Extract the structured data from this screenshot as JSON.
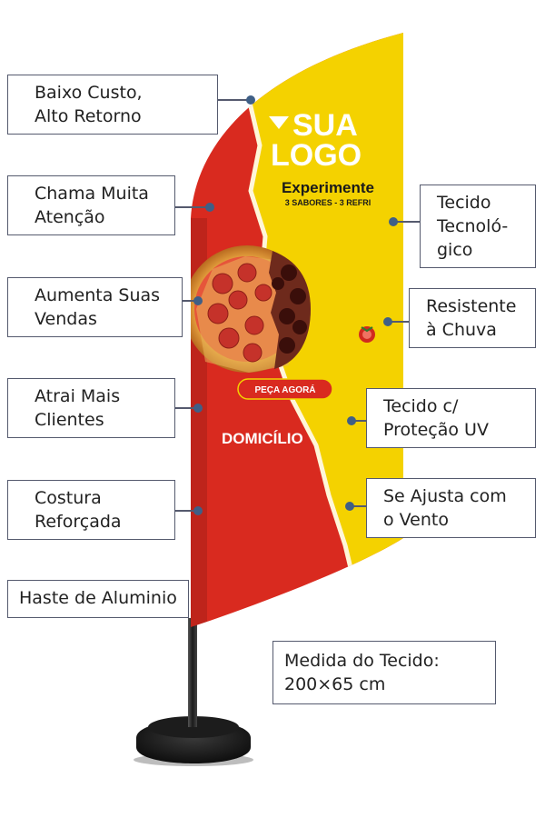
{
  "colors": {
    "flag_red": "#d92a1f",
    "flag_yellow": "#f4d200",
    "callout_border": "#555a6e",
    "dot": "#3f5f86",
    "text": "#222222"
  },
  "flag": {
    "logo_line1": "SUA",
    "logo_line2": "LOGO",
    "headline": "Experimente",
    "subline": "3 SABORES - 3 REFRI",
    "cta": "PEÇA AGORÁ",
    "delivery": "DOMICÍLIO"
  },
  "callouts_left": [
    {
      "lines": [
        "Baixo Custo,",
        "Alto Retorno"
      ]
    },
    {
      "lines": [
        "Chama Muita",
        "Atenção"
      ]
    },
    {
      "lines": [
        "Aumenta Suas",
        "Vendas"
      ]
    },
    {
      "lines": [
        "Atrai Mais",
        "Clientes"
      ]
    },
    {
      "lines": [
        "Costura",
        "Reforçada"
      ]
    },
    {
      "lines": [
        "Haste de Aluminio"
      ]
    }
  ],
  "callouts_right": [
    {
      "lines": [
        "Tecido",
        "Tecnoló-",
        "gico"
      ]
    },
    {
      "lines": [
        "Resistente",
        "à Chuva"
      ]
    },
    {
      "lines": [
        "Tecido c/",
        "Proteção UV"
      ]
    },
    {
      "lines": [
        "Se Ajusta com",
        "o Vento"
      ]
    }
  ],
  "measure": {
    "lines": [
      "Medida do Tecido:",
      "200×65 cm"
    ]
  }
}
